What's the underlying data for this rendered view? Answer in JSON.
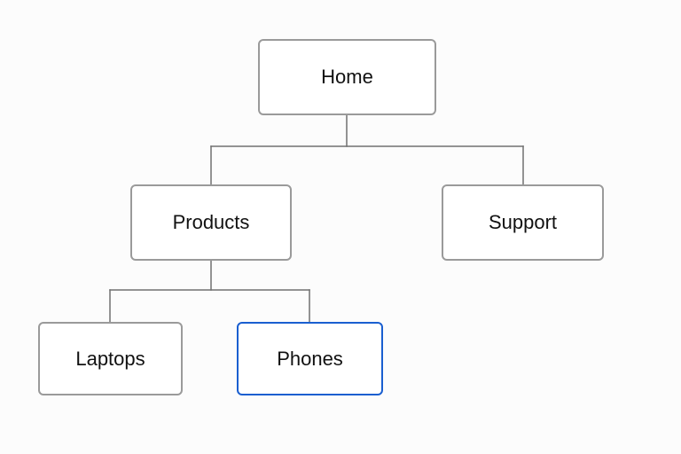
{
  "diagram": {
    "type": "tree",
    "colors": {
      "node_border": "#9a9a9a",
      "selected_border": "#1a5fd0",
      "connector": "#707070",
      "background": "#fcfcfc"
    },
    "nodes": {
      "home": {
        "label": "Home",
        "parent": null
      },
      "products": {
        "label": "Products",
        "parent": "home"
      },
      "support": {
        "label": "Support",
        "parent": "home"
      },
      "laptops": {
        "label": "Laptops",
        "parent": "products"
      },
      "phones": {
        "label": "Phones",
        "parent": "products",
        "selected": true
      }
    }
  }
}
